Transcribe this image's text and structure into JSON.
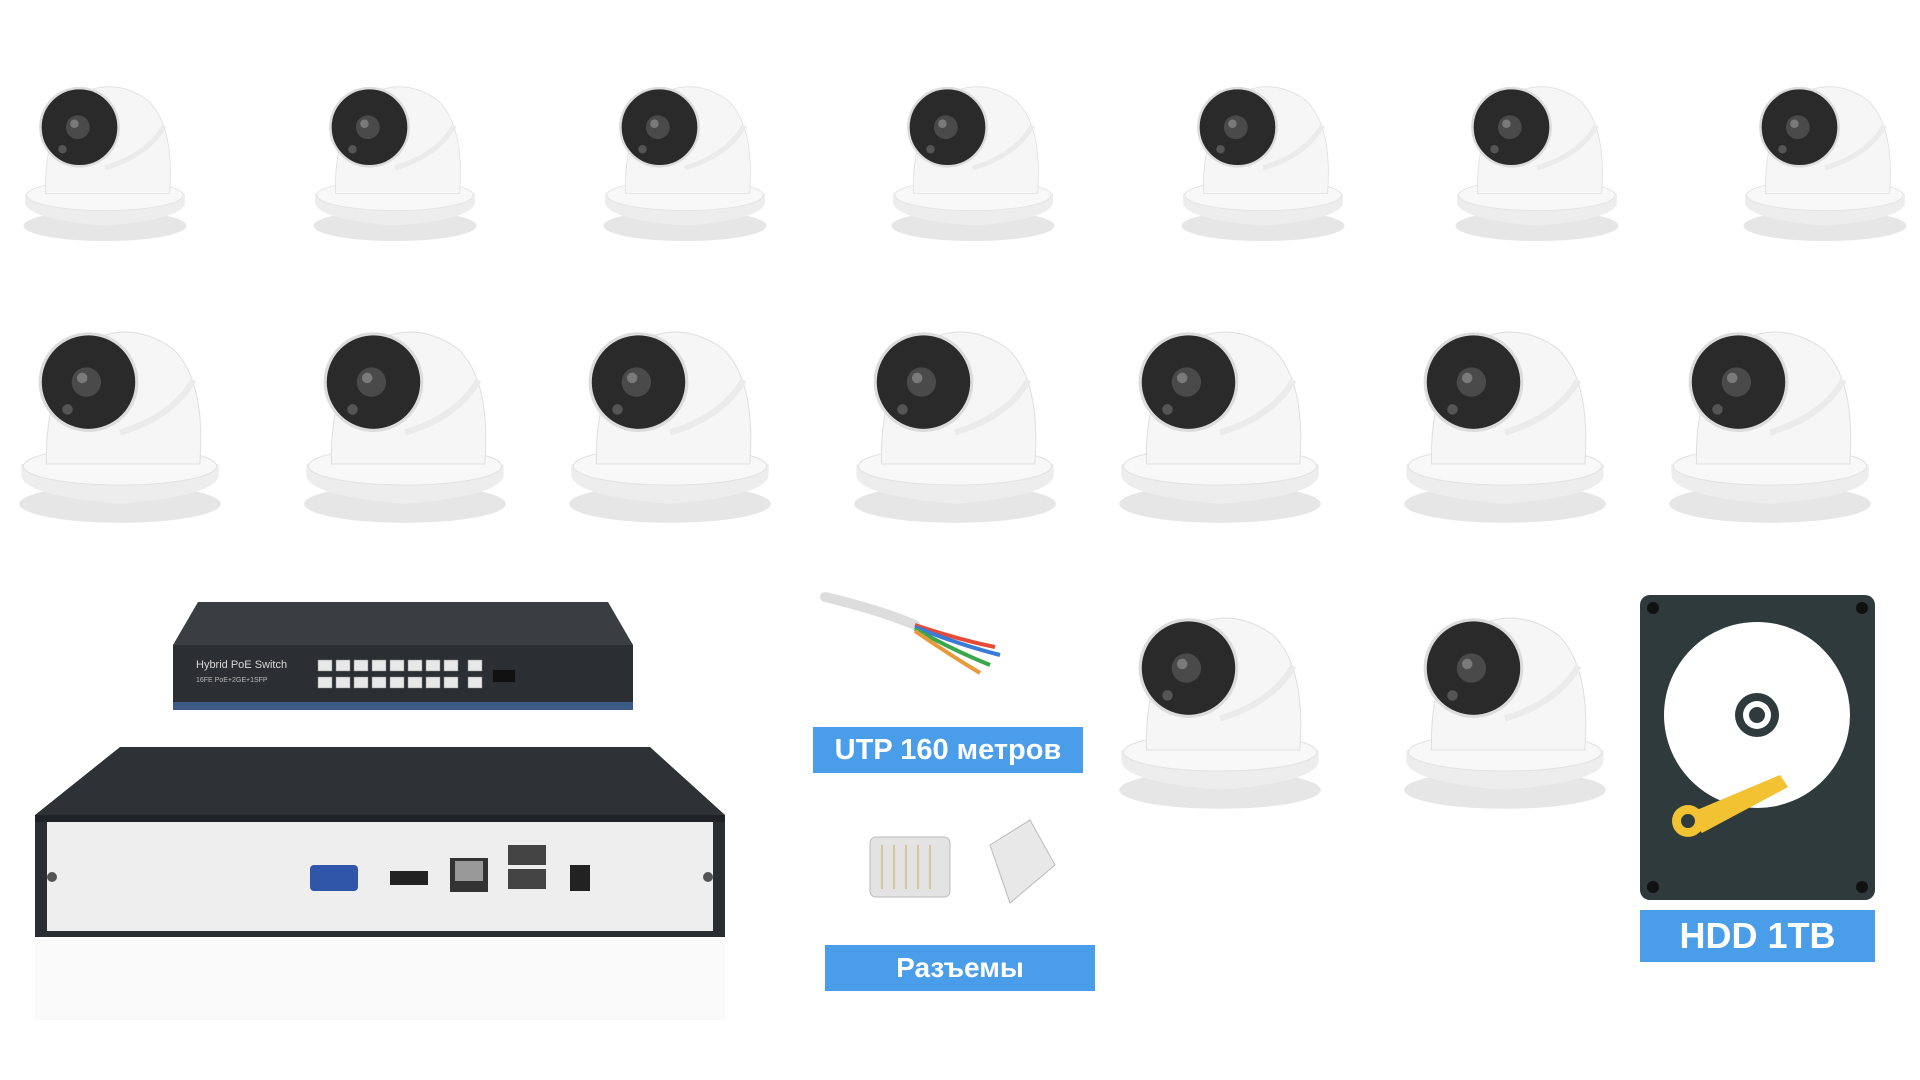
{
  "kit": {
    "switch": {
      "brand_text": "Hybrid PoE Switch",
      "model_text": "16FE PoE+2GE+1SFP"
    },
    "cable_label": "UTP 160 метров",
    "connectors_label": "Разъемы",
    "hdd_label": "HDD 1TB"
  },
  "colors": {
    "label_bg": "#4a9de8",
    "label_text": "#ffffff",
    "hdd_body": "#2f3a3d",
    "hdd_arm": "#f2c233"
  }
}
